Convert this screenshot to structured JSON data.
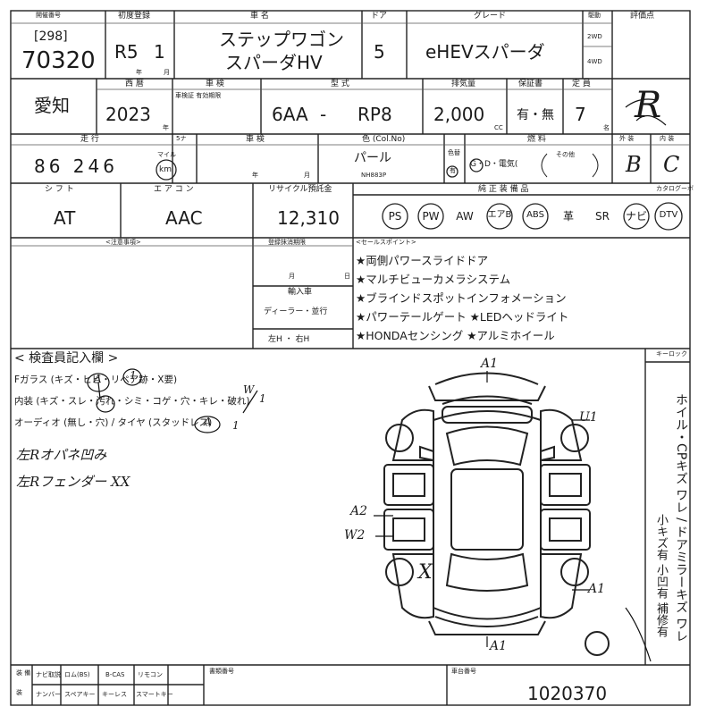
{
  "header_top": "",
  "row1": {
    "lbl_site": "開催番号",
    "site_code": "[298]",
    "lot_no": "70320",
    "lbl_first_reg": "初度登録",
    "first_reg_era": "R5",
    "first_reg_month": "1",
    "lbl_year_unit": "年",
    "lbl_month_unit": "月",
    "lbl_car_name": "車 名",
    "car_name_1": "ステップワゴン",
    "car_name_2": "スパーダHV",
    "lbl_doors": "ドア",
    "doors": "5",
    "lbl_grade": "グレード",
    "grade": "eHEVスパーダ",
    "lbl_drive": "駆動",
    "drive_2wd": "2WD",
    "drive_4wd": "4WD",
    "lbl_score": "評価点"
  },
  "row2": {
    "region": "愛知",
    "lbl_year": "西 暦",
    "year": "2023",
    "year_unit": "年",
    "lbl_inspection": "車 検",
    "inspection_sub": "車検証 有効期限",
    "lbl_model": "型 式",
    "model_prefix": "6AA",
    "model_dash": "-",
    "model_code": "RP8",
    "lbl_displacement": "排気量",
    "displacement": "2,000",
    "displacement_unit": "CC",
    "lbl_warranty": "保証書",
    "warranty": "有・無",
    "lbl_capacity": "定 員",
    "capacity": "7",
    "capacity_unit": "名",
    "score_hand": "R"
  },
  "row3": {
    "lbl_mileage": "走 行",
    "mileage": "86 246",
    "mileage_unit_mile": "マイル",
    "mileage_unit_km": "km",
    "lbl_5no": "5ナ",
    "lbl_inspection2": "車 検",
    "insp_year": "年",
    "insp_month": "月",
    "lbl_color": "色 (Col.No)",
    "color": "パール",
    "color_code": "NH883P",
    "lbl_color_change": "色替",
    "color_change_yes": "有",
    "lbl_fuel": "燃 料",
    "fuel_options": "G・D・電気(",
    "fuel_other": "その他",
    "fuel_close": ")",
    "lbl_exterior": "外 装",
    "lbl_interior": "内 装",
    "exterior": "B",
    "interior": "C"
  },
  "row4": {
    "lbl_shift": "シ フ ト",
    "shift": "AT",
    "lbl_ac": "エ ア コ ン",
    "ac": "AAC",
    "lbl_recycle": "リサイクル預託金",
    "recycle": "12,310",
    "lbl_equipment": "純 正 装 備 品",
    "lbl_cat": "カタログーボ",
    "equipment": [
      "PS",
      "PW",
      "AW",
      "エアB",
      "ABS",
      "革",
      "SR",
      "ナビ",
      "DTV"
    ]
  },
  "notes": {
    "lbl_notes": "<注意事項>",
    "lbl_reg_deadline": "登録抹消期限",
    "reg_month": "月",
    "reg_day": "日",
    "lbl_import": "輸入車",
    "import_type": "ディーラー・並行",
    "handle": "左H ・ 右H",
    "lbl_sales": "<セールスポイント>",
    "sales_points": [
      "★両側パワースライドドア",
      "★マルチビューカメラシステム",
      "★ブラインドスポットインフォメーション",
      "★パワーテールゲート ★LEDヘッドライト",
      "★HONDAセンシング ★アルミホイール"
    ]
  },
  "inspector": {
    "title": "< 検査員記入欄 >",
    "line1": "Fガラス (キズ・ヒビ・リペア跡・X要)",
    "line2": "内装 (キズ・スレ・汚れ・シミ・コゲ・穴・キレ・破れ)",
    "line3": "オーディオ (無し・穴) / タイヤ (スタッドレス)",
    "hand_note_1": "左Rオパネ凹み",
    "hand_note_2": "左Rフェンダー XX",
    "keyless": "キーロック",
    "side_note_1": "ホイル・CPキズ ワレ / ドアミラーキズ ワレ",
    "side_note_2": "小キズ有 小凹有 補修有"
  },
  "diagram_marks": {
    "front": "A1",
    "rear": "A1",
    "right_front": "U1",
    "left_mid_1": "A2",
    "left_mid_2": "W2",
    "right_rear": "A1",
    "x_mark": "X",
    "screen_a": "A",
    "screen_b": "1",
    "screen_c": "A",
    "screen_d": "1",
    "screen_e": "W",
    "screen_f": "1"
  },
  "footer": {
    "lbl_option": "装 備",
    "lbl_remarks": "装",
    "opt_navi": "ナビ取説",
    "opt_rom": "ロム(BS)",
    "opt_bcas": "B-CAS",
    "opt_remote": "リモコン",
    "opt_number": "ナンバー",
    "opt_spare": "スペアキー",
    "opt_keyless": "キーレス",
    "opt_smart": "スマートキー",
    "lbl_doc": "書類番号",
    "lbl_chassis": "車台番号",
    "chassis_no": "1020370"
  },
  "colors": {
    "ink": "#1a1a1a",
    "paper": "#ffffff",
    "hand": "#111111"
  }
}
